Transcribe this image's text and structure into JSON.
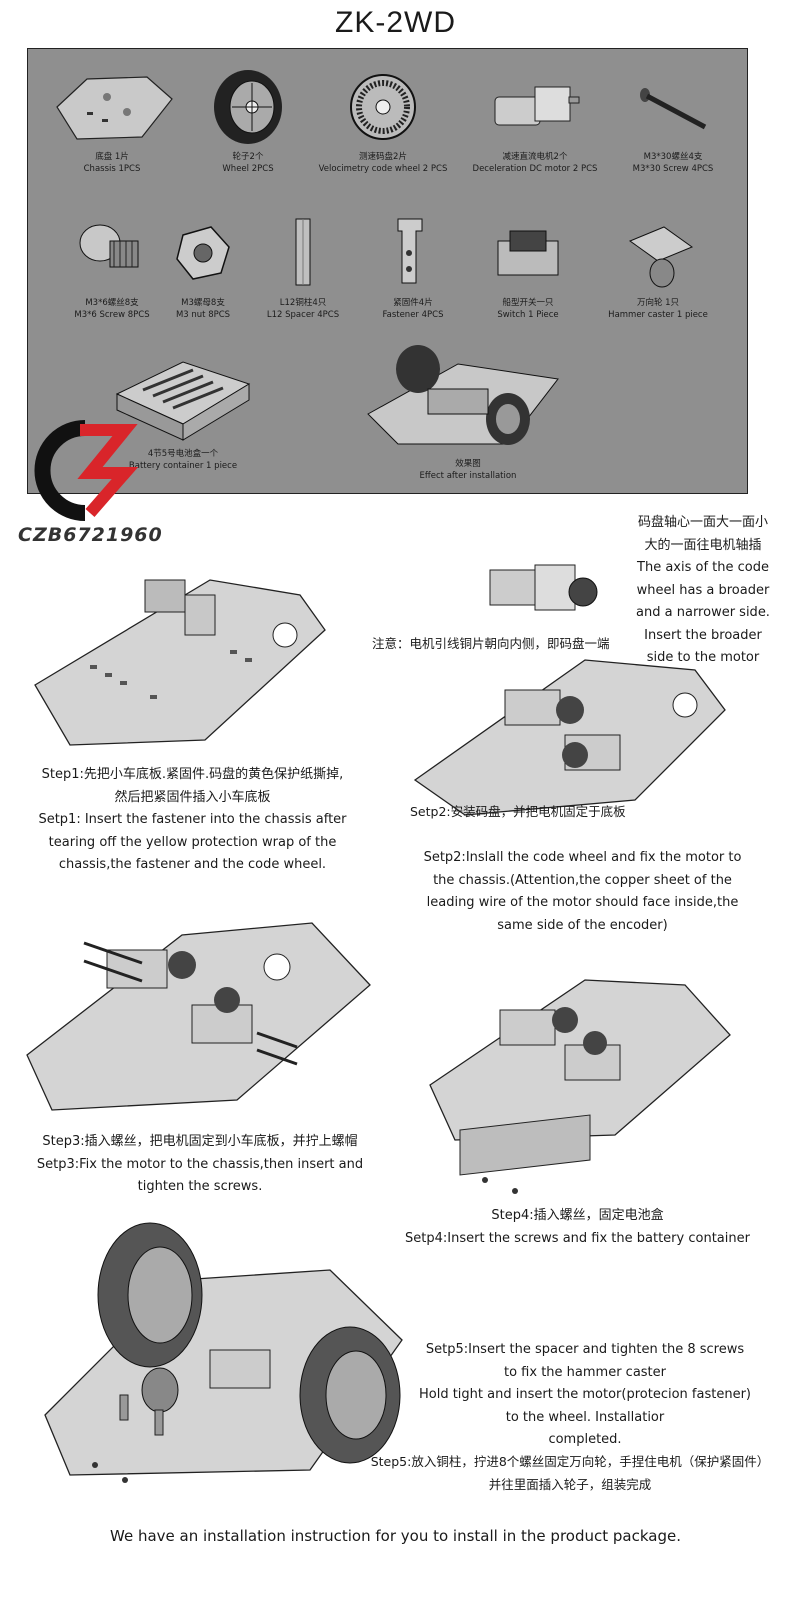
{
  "title": "ZK-2WD",
  "parts": [
    {
      "cn": "底盘 1片",
      "en": "Chassis 1PCS",
      "icon": "chassis-icon"
    },
    {
      "cn": "轮子2个",
      "en": "Wheel 2PCS",
      "icon": "wheel-icon"
    },
    {
      "cn": "测速码盘2片",
      "en": "Velocimetry code wheel 2 PCS",
      "icon": "code-wheel-icon"
    },
    {
      "cn": "减速直流电机2个",
      "en": "Deceleration DC motor 2 PCS",
      "icon": "motor-icon"
    },
    {
      "cn": "M3*30螺丝4支",
      "en": "M3*30 Screw 4PCS",
      "icon": "long-screw-icon"
    },
    {
      "cn": "M3*6螺丝8支",
      "en": "M3*6 Screw 8PCS",
      "icon": "screw-icon"
    },
    {
      "cn": "M3螺母8支",
      "en": "M3 nut 8PCS",
      "icon": "nut-icon"
    },
    {
      "cn": "L12铜柱4只",
      "en": "L12 Spacer 4PCS",
      "icon": "spacer-icon"
    },
    {
      "cn": "紧固件4片",
      "en": "Fastener 4PCS",
      "icon": "fastener-icon"
    },
    {
      "cn": "船型开关一只",
      "en": "Switch 1 Piece",
      "icon": "switch-icon"
    },
    {
      "cn": "万向轮 1只",
      "en": "Hammer caster 1 piece",
      "icon": "caster-icon"
    },
    {
      "cn": "4节5号电池盒一个",
      "en": "Battery container 1 piece",
      "icon": "battery-box-icon"
    },
    {
      "cn": "效果图",
      "en": "Effect after installation",
      "icon": "assembled-car-icon"
    }
  ],
  "watermark": "CZB6721960",
  "steps": {
    "step1": {
      "cn_1": "Step1:先把小车底板.紧固件.码盘的黄色保护纸撕掉,",
      "cn_2": "然后把紧固件插入小车底板",
      "en_1": "Setp1:  Insert the fastener into the chassis after",
      "en_2": "tearing off the yellow protection wrap of the",
      "en_3": "chassis,the fastener and the code wheel."
    },
    "step2": {
      "note": "注意：电机引线铜片朝向内侧，即码盘一端",
      "axis_1": "码盘轴心一面大一面小",
      "axis_2": "大的一面往电机轴插",
      "axis_3": "The axis of the code",
      "axis_4": "wheel has a broader",
      "axis_5": "and a narrower side.",
      "axis_6": "Insert the broader",
      "axis_7": "side to the motor",
      "cn": "Setp2:安装码盘，并把电机固定于底板",
      "en_1": "Setp2:Inslall the code wheel and fix the motor to",
      "en_2": "the chassis.(Attention,the copper sheet of the",
      "en_3": "leading wire of the motor should face inside,the",
      "en_4": "same side of the encoder)"
    },
    "step3": {
      "cn": "Step3:插入螺丝，把电机固定到小车底板，并拧上螺帽",
      "en_1": "Setp3:Fix the motor to the chassis,then insert and",
      "en_2": "tighten the screws."
    },
    "step4": {
      "cn": "Step4:插入螺丝，固定电池盒",
      "en": "Setp4:Insert the screws and fix the battery container"
    },
    "step5": {
      "en_1": "Setp5:Insert the spacer and tighten the 8 screws",
      "en_2": "to fix the hammer caster",
      "en_3": "Hold tight and insert the motor(protecion fastener)",
      "en_4": "to the wheel. Installatior",
      "en_5": "completed.",
      "cn_1": "Step5:放入铜柱，拧进8个螺丝固定万向轮，手捏住电机（保护紧固件）",
      "cn_2": "并往里面插入轮子，组装完成"
    }
  },
  "footer": "We have an installation instruction for you to install in the product package.",
  "colors": {
    "panel": "#8f8f8f",
    "logo_red": "#d9252a",
    "logo_black": "#111111"
  }
}
